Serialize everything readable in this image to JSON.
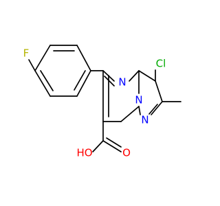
{
  "molecule": {
    "atoms": {
      "f": {
        "symbol": "F",
        "color": "#b4b400"
      },
      "cl": {
        "symbol": "Cl",
        "color": "#00aa00"
      },
      "n_top": {
        "symbol": "N",
        "color": "#0000ff"
      },
      "n_bridge": {
        "symbol": "N",
        "color": "#0000ff"
      },
      "n_pyrazole": {
        "symbol": "N",
        "color": "#0000ff"
      },
      "o_hydroxyl": {
        "symbol": "HO",
        "color": "#ff0000"
      },
      "o_carbonyl": {
        "symbol": "O",
        "color": "#ff0000"
      }
    }
  }
}
